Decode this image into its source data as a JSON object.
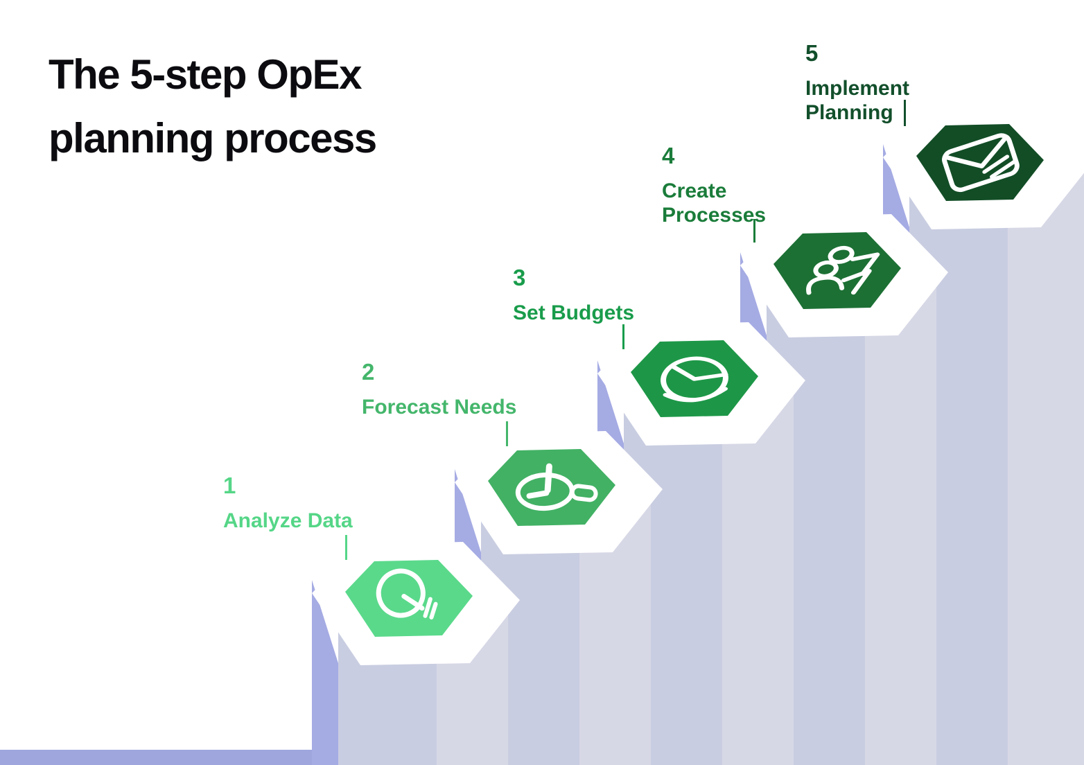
{
  "title": "The 5-step OpEx planning process",
  "colors": {
    "background": "#ffffff",
    "title_text": "#0c0c10",
    "stair_face_light": "#d7d8e6",
    "stair_face_mid": "#c9cde1",
    "stair_side_dark": "#a5abe3",
    "bottom_bar": "#9fa6de",
    "platform": "#ffffff",
    "icon_stroke": "#ffffff"
  },
  "steps": [
    {
      "number": "1",
      "label": "Analyze Data",
      "label_color": "#55d687",
      "hex_color": "#5ad98b",
      "icon": "lightbulb-icon"
    },
    {
      "number": "2",
      "label": "Forecast Needs",
      "label_color": "#44b66b",
      "hex_color": "#42b164",
      "icon": "clock-icon"
    },
    {
      "number": "3",
      "label": "Set Budgets",
      "label_color": "#199c4b",
      "hex_color": "#1d9747",
      "icon": "pie-chart-icon"
    },
    {
      "number": "4",
      "label": "Create Processes",
      "label_color": "#1a7c3a",
      "hex_color": "#1c7034",
      "icon": "team-icon"
    },
    {
      "number": "5",
      "label": "Implement Planning",
      "label_color": "#124f2b",
      "hex_color": "#124d26",
      "icon": "envelope-icon"
    }
  ]
}
